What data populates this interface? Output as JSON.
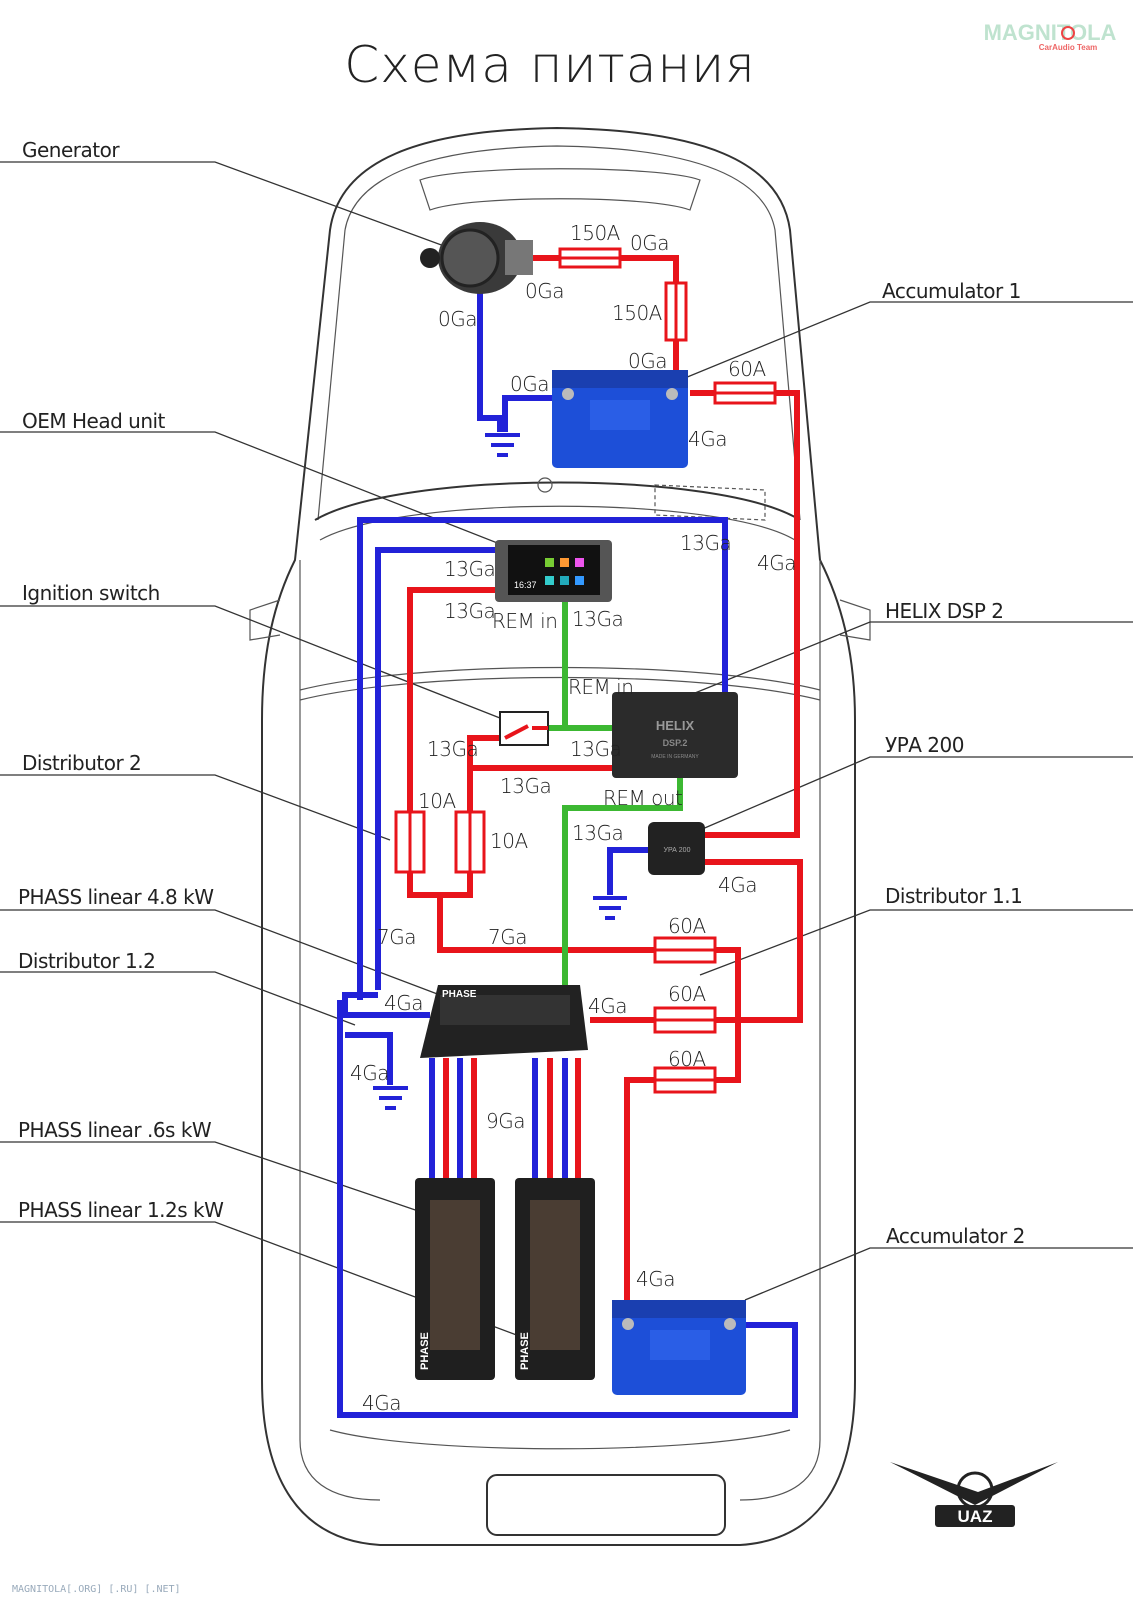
{
  "title": "Схема питания",
  "watermark": {
    "brand": "MAGNITOLA",
    "sub": "CarAudio Team"
  },
  "footer": "MAGNITOLA[.ORG] [.RU] [.NET]",
  "logo": {
    "text": "UAZ"
  },
  "colors": {
    "positive": "#e8141b",
    "ground": "#2222d8",
    "remote": "#3cb832"
  },
  "labels_left": [
    "Generator",
    "OEM Head unit",
    "Ignition switch",
    "Distributor 2",
    "PHASS linear 4.8 kW",
    "Distributor 1.2",
    "PHASS linear .6s kW",
    "PHASS linear 1.2s kW"
  ],
  "labels_right": [
    "Accumulator 1",
    "HELIX DSP 2",
    "УРА 200",
    "Distributor 1.1",
    "Accumulator 2"
  ],
  "wire_labels": [
    "150A",
    "0Ga",
    "0Ga",
    "150A",
    "0Ga",
    "0Ga",
    "0Ga",
    "60A",
    "4Ga",
    "13Ga",
    "4Ga",
    "13Ga",
    "13Ga",
    "REM in",
    "13Ga",
    "REM in",
    "13Ga",
    "13Ga",
    "13Ga",
    "REM out",
    "10A",
    "10A",
    "13Ga",
    "4Ga",
    "7Ga",
    "7Ga",
    "60A",
    "4Ga",
    "4Ga",
    "60A",
    "4Ga",
    "9Ga",
    "60A",
    "4Ga",
    "4Ga"
  ],
  "components": {
    "head_unit_time": "16:37",
    "dsp_brand": "HELIX",
    "dsp_model": "DSP.2",
    "dsp_made": "MADE IN GERMANY",
    "amp_brand": "PHASE",
    "ura_text": "УРА 200"
  }
}
